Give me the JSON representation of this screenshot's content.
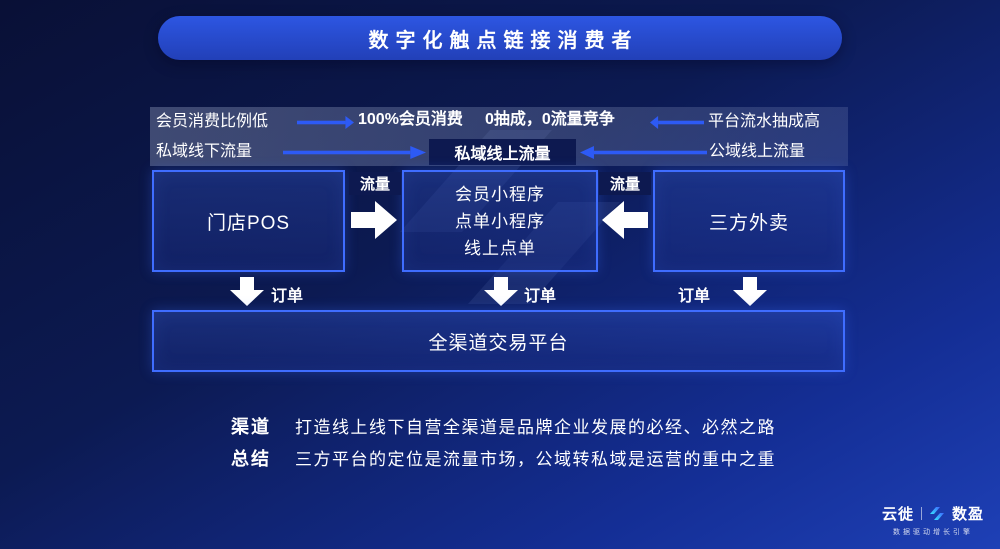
{
  "title": "数字化触点链接消费者",
  "flow": {
    "row1": {
      "left": "会员消费比例低",
      "center_a": "100%会员消费",
      "center_b": "0抽成，0流量竞争",
      "right": "平台流水抽成高"
    },
    "row2": {
      "left": "私域线下流量",
      "center": "私域线上流量",
      "right": "公域线上流量"
    },
    "boxes": {
      "left": "门店POS",
      "center_lines": [
        "会员小程序",
        "点单小程序",
        "线上点单"
      ],
      "right": "三方外卖"
    },
    "flow_label": "流量",
    "order_label": "订单",
    "platform": "全渠道交易平台"
  },
  "summary": {
    "row1": {
      "label": "渠道",
      "text": "打造线上线下自营全渠道是品牌企业发展的必经、必然之路"
    },
    "row2": {
      "label": "总结",
      "text": "三方平台的定位是流量市场，公域转私域是运营的重中之重"
    }
  },
  "footer": {
    "brand_left": "云徙",
    "brand_right": "数盈",
    "tagline": "数据驱动增长引擎"
  },
  "colors": {
    "banner_top": "#2d56e2",
    "banner_bottom": "#2240b8",
    "arrow_blue": "#2d5af5",
    "box_border": "#3f6dff",
    "chip": "#0d1950"
  }
}
